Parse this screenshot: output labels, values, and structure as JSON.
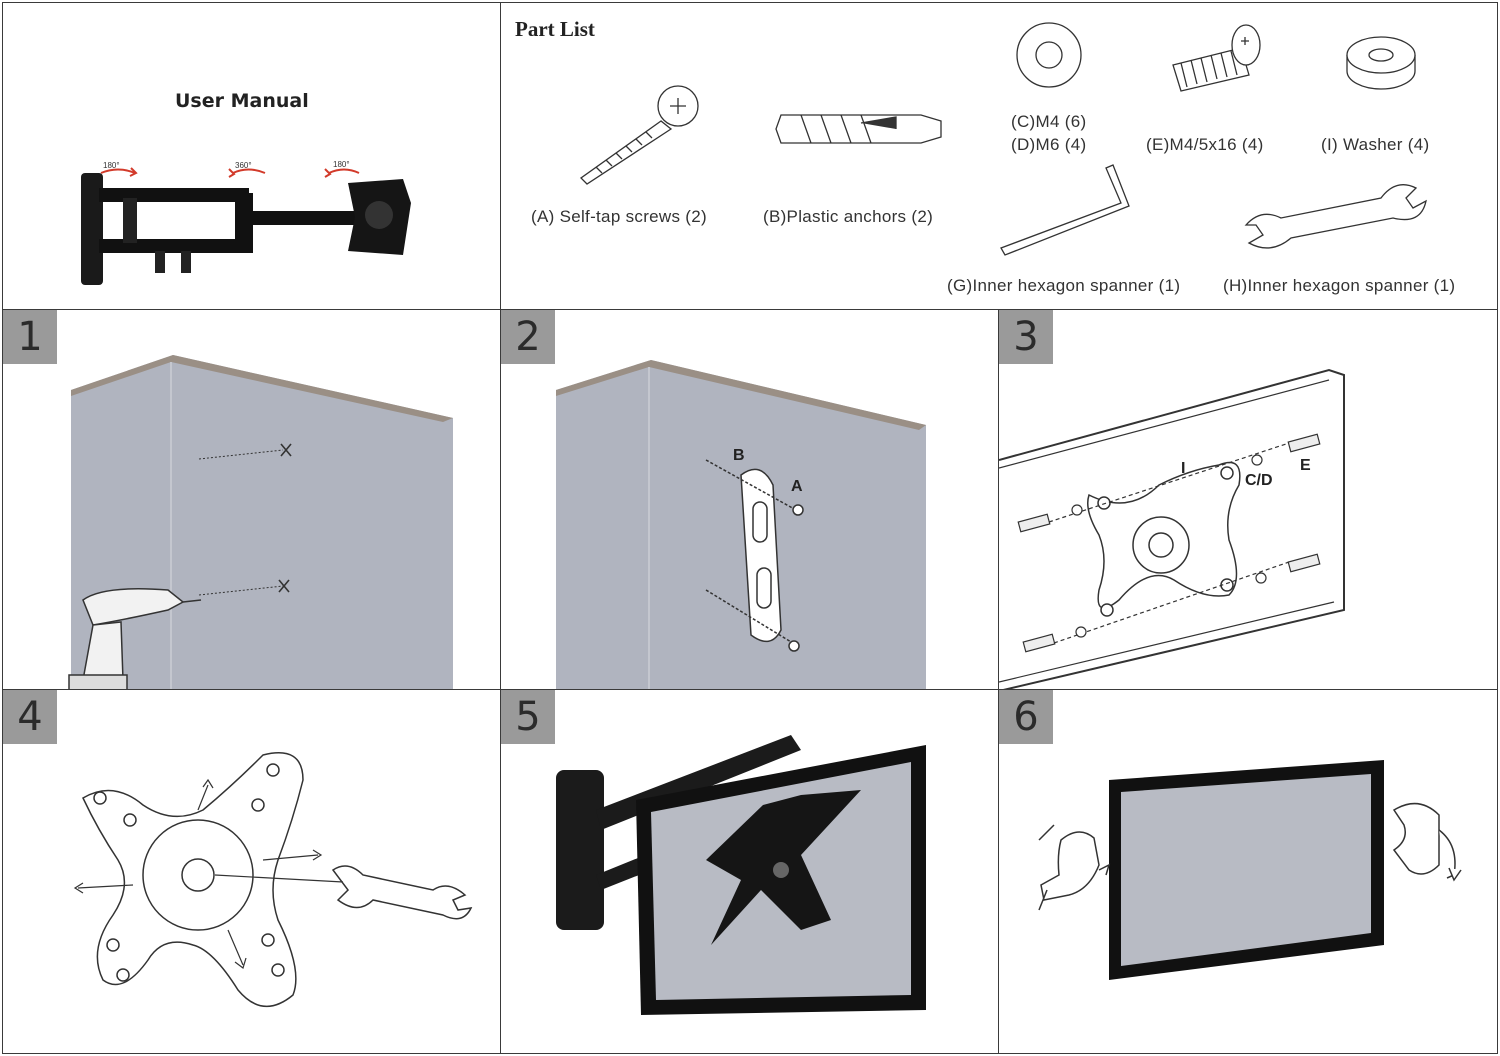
{
  "manual": {
    "title": "User Manual",
    "rotation_marks": [
      "180°",
      "360°",
      "180°"
    ]
  },
  "part_list": {
    "title": "Part List",
    "items": [
      {
        "label": "(A) Self-tap screws   (2)"
      },
      {
        "label": "(B)Plastic anchors  (2)"
      },
      {
        "label": "(C)M4 (6)"
      },
      {
        "label": "(D)M6 (4)"
      },
      {
        "label": "(E)M4/5x16 (4)"
      },
      {
        "label": "(I)  Washer (4)"
      },
      {
        "label": "(G)Inner hexagon spanner (1)"
      },
      {
        "label": "(H)Inner hexagon spanner (1)"
      }
    ]
  },
  "steps": [
    {
      "number": "1"
    },
    {
      "number": "2",
      "labels": [
        "B",
        "A"
      ]
    },
    {
      "number": "3",
      "labels": [
        "I",
        "C/D",
        "E"
      ]
    },
    {
      "number": "4"
    },
    {
      "number": "5"
    },
    {
      "number": "6"
    }
  ]
}
